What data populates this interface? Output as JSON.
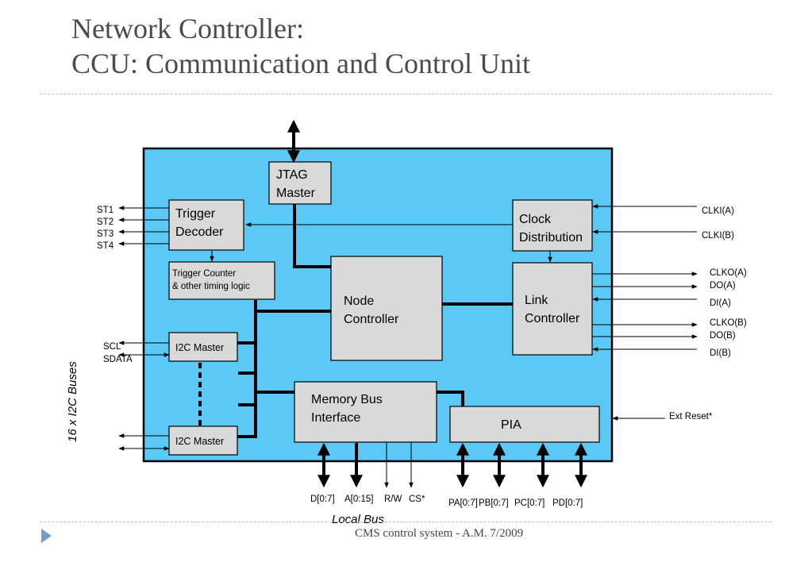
{
  "header": {
    "title_line1": "Network Controller:",
    "title_line2": "CCU: Communication and Control Unit"
  },
  "diagram": {
    "colors": {
      "chip_fill": "#5bc8f5",
      "block_fill": "#d9d9d9",
      "line": "#000000"
    },
    "blocks": {
      "jtag": [
        "JTAG",
        "Master"
      ],
      "trigger_decoder": [
        "Trigger",
        "Decoder"
      ],
      "trigger_counter": [
        "Trigger Counter",
        "& other timing logic"
      ],
      "i2c_master_top": "I2C Master",
      "i2c_master_bottom": "I2C Master",
      "node_controller": [
        "Node",
        "Controller"
      ],
      "memory_bus_interface": [
        "Memory Bus",
        "Interface"
      ],
      "pia": "PIA",
      "clock_distribution": [
        "Clock",
        "Distribution"
      ],
      "link_controller": [
        "Link",
        "Controller"
      ]
    },
    "signals": {
      "st": [
        "ST1",
        "ST2",
        "ST3",
        "ST4"
      ],
      "scl": "SCL",
      "sdata": "SDATA",
      "i2c_buses": "16 x I2C Buses",
      "clki_a": "CLKI(A)",
      "clki_b": "CLKI(B)",
      "clko_a": "CLKO(A)",
      "do_a": "DO(A)",
      "di_a": "DI(A)",
      "clko_b": "CLKO(B)",
      "do_b": "DO(B)",
      "di_b": "DI(B)",
      "ext_reset": "Ext Reset*",
      "local_bus_pins": [
        "D[0:7]",
        "A[0:15]",
        "R/W",
        "CS*"
      ],
      "pia_pins": [
        "PA[0:7]",
        "PB[0:7]",
        "PC[0:7]",
        "PD[0:7]"
      ],
      "local_bus": "Local Bus"
    }
  },
  "footer": {
    "text": "CMS control system - A.M. 7/2009"
  }
}
